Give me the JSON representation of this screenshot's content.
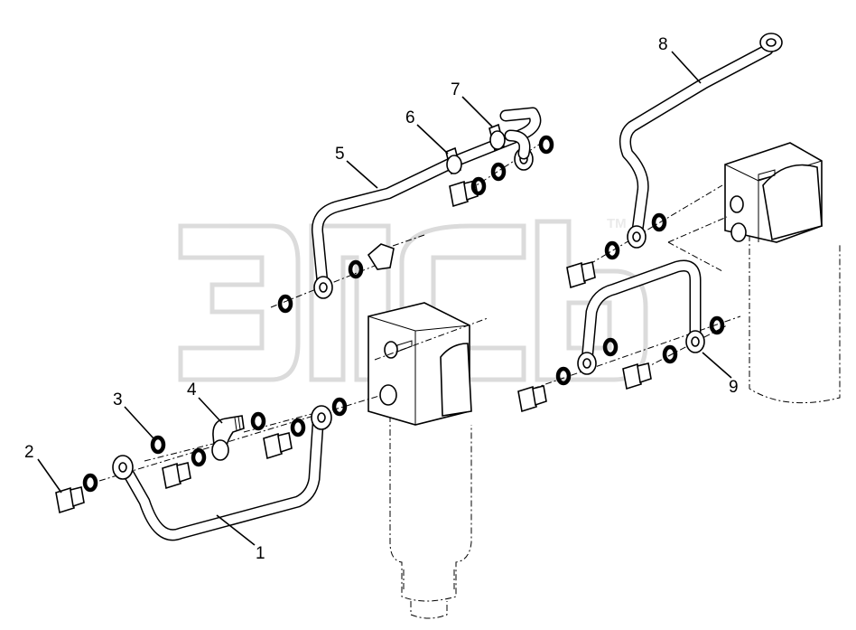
{
  "watermark": {
    "text": "ЭПсЬ",
    "tm": "TM"
  },
  "callouts": [
    "1",
    "2",
    "3",
    "4",
    "5",
    "6",
    "7",
    "8",
    "9"
  ]
}
